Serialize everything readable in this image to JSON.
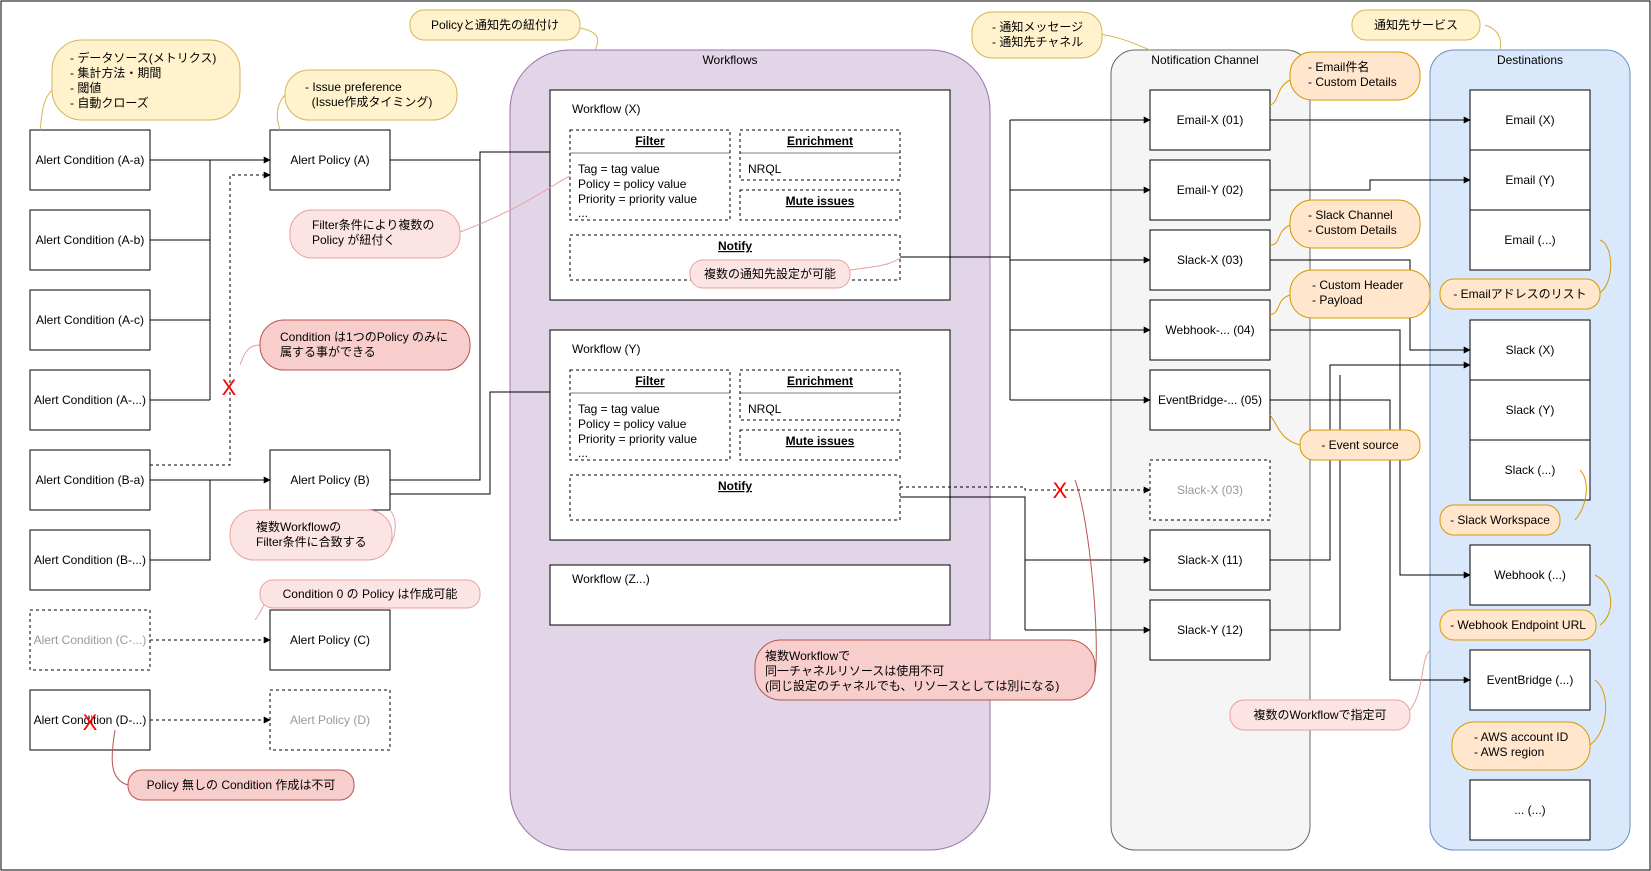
{
  "containers": {
    "workflows": "Workflows",
    "notification_channel": "Notification Channel",
    "destinations": "Destinations"
  },
  "conditions": [
    {
      "id": "aa",
      "label": "Alert Condition (A-a)"
    },
    {
      "id": "ab",
      "label": "Alert Condition (A-b)"
    },
    {
      "id": "ac",
      "label": "Alert Condition (A-c)"
    },
    {
      "id": "ad",
      "label": "Alert Condition (A-...)"
    },
    {
      "id": "ba",
      "label": "Alert Condition (B-a)"
    },
    {
      "id": "bb",
      "label": "Alert Condition (B-...)"
    },
    {
      "id": "c",
      "label": "Alert Condition (C-...)"
    },
    {
      "id": "d",
      "label": "Alert Condition (D-...)"
    }
  ],
  "policies": [
    {
      "id": "a",
      "label": "Alert Policy (A)"
    },
    {
      "id": "b",
      "label": "Alert Policy (B)"
    },
    {
      "id": "c",
      "label": "Alert Policy (C)"
    },
    {
      "id": "d",
      "label": "Alert Policy (D)"
    }
  ],
  "workflows": [
    {
      "title": "Workflow (X)",
      "filter_title": "Filter",
      "filter_lines": [
        "Tag = tag value",
        "Policy = policy value",
        "Priority = priority value",
        "..."
      ],
      "enrichment_title": "Enrichment",
      "enrichment_value": "NRQL",
      "mute_title": "Mute issues",
      "notify_title": "Notify"
    },
    {
      "title": "Workflow (Y)",
      "filter_title": "Filter",
      "filter_lines": [
        "Tag = tag value",
        "Policy = policy value",
        "Priority = priority value",
        "..."
      ],
      "enrichment_title": "Enrichment",
      "enrichment_value": "NRQL",
      "mute_title": "Mute issues",
      "notify_title": "Notify"
    },
    {
      "title": "Workflow (Z...)"
    }
  ],
  "channels": [
    {
      "id": "email_x",
      "label": "Email-X (01)"
    },
    {
      "id": "email_y",
      "label": "Email-Y (02)"
    },
    {
      "id": "slack_x03",
      "label": "Slack-X (03)"
    },
    {
      "id": "webhook",
      "label": "Webhook-... (04)"
    },
    {
      "id": "eventbridge",
      "label": "EventBridge-... (05)"
    },
    {
      "id": "slack_x03_dup",
      "label": "Slack-X (03)"
    },
    {
      "id": "slack_x11",
      "label": "Slack-X (11)"
    },
    {
      "id": "slack_y12",
      "label": "Slack-Y (12)"
    }
  ],
  "destinations": [
    {
      "id": "email_x",
      "label": "Email (X)"
    },
    {
      "id": "email_y",
      "label": "Email (Y)"
    },
    {
      "id": "email_etc",
      "label": "Email (...)"
    },
    {
      "id": "slack_x",
      "label": "Slack (X)"
    },
    {
      "id": "slack_y",
      "label": "Slack (Y)"
    },
    {
      "id": "slack_etc",
      "label": "Slack (...)"
    },
    {
      "id": "webhook",
      "label": "Webhook (...)"
    },
    {
      "id": "eventbridge",
      "label": "EventBridge (...)"
    },
    {
      "id": "etc",
      "label": "... (...)"
    }
  ],
  "cross_mark": "X",
  "notes": {
    "datasource": [
      "- データソース(メトリクス)",
      "- 集計方法・期間",
      "- 閾値",
      "- 自動クローズ"
    ],
    "issue_pref": [
      "- Issue preference",
      "  (Issue作成タイミング)"
    ],
    "policy_link": [
      "Policyと通知先の紐付け"
    ],
    "notify_message": [
      "- 通知メッセージ",
      "- 通知先チャネル"
    ],
    "dest_service": [
      "通知先サービス"
    ],
    "email_subject": [
      "- Email件名",
      "- Custom Details"
    ],
    "slack_channel": [
      "- Slack Channel",
      "- Custom Details"
    ],
    "custom_header": [
      "- Custom Header",
      "- Payload"
    ],
    "event_source": [
      "- Event source"
    ],
    "email_list": [
      "- Emailアドレスのリスト"
    ],
    "slack_workspace": [
      "- Slack Workspace"
    ],
    "webhook_url": [
      "- Webhook Endpoint URL"
    ],
    "aws": [
      "- AWS account ID",
      "- AWS region"
    ],
    "filter_multi": [
      "Filter条件により複数の",
      "Policy が紐付く"
    ],
    "multi_dest": [
      "複数の通知先設定が可能"
    ],
    "condition_one": [
      "Condition は1つのPolicy のみに",
      "属する事ができる"
    ],
    "multi_workflow": [
      "複数Workflowの",
      "Filter条件に合致する"
    ],
    "condition_zero": [
      "Condition 0 の Policy は作成可能"
    ],
    "no_policy": [
      "Policy 無しの Condition 作成は不可"
    ],
    "same_channel": [
      "複数Workflowで",
      "同一チャネルリソースは使用不可",
      "(同じ設定のチャネルでも、リソースとしては別になる)"
    ],
    "multi_wf_dest": [
      "複数のWorkflowで指定可"
    ]
  },
  "colors": {
    "yellow_fill": "#fff2cc",
    "yellow_stroke": "#d6b656",
    "orange_fill": "#ffe6cc",
    "orange_stroke": "#d79b00",
    "pink_fill": "#fde4e4",
    "pink_stroke": "#e9a0a0",
    "red_fill": "#f8cecc",
    "red_stroke": "#b85450",
    "purple_fill": "#e1d5e7",
    "purple_stroke": "#9673a6",
    "gray_fill": "#f5f5f5",
    "gray_stroke": "#666666",
    "blue_fill": "#dae8fc",
    "blue_stroke": "#6c8ebf",
    "faded_text": "#999999",
    "cross": "#ff0000"
  }
}
